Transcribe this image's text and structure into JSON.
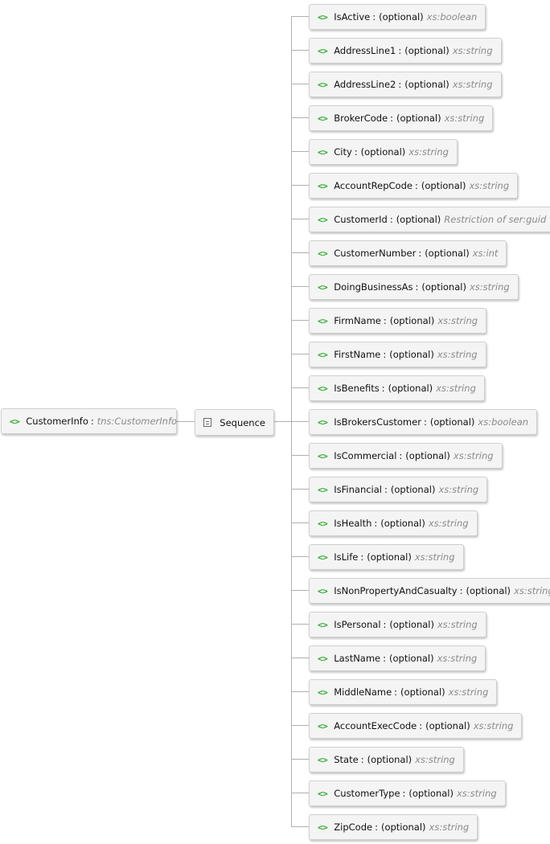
{
  "root": {
    "icon": "element-icon",
    "icon_glyph": "<>",
    "name": "CustomerInfo",
    "separator": ":",
    "type": "tns:CustomerInfo"
  },
  "sequence": {
    "icon": "sequence-icon",
    "label": "Sequence"
  },
  "children": [
    {
      "name": "IsActive",
      "sep": ":",
      "opt": "(optional)",
      "type": "xs:boolean"
    },
    {
      "name": "AddressLine1",
      "sep": ":",
      "opt": "(optional)",
      "type": "xs:string"
    },
    {
      "name": "AddressLine2",
      "sep": ":",
      "opt": "(optional)",
      "type": "xs:string"
    },
    {
      "name": "BrokerCode",
      "sep": ":",
      "opt": "(optional)",
      "type": "xs:string"
    },
    {
      "name": "City",
      "sep": ":",
      "opt": "(optional)",
      "type": "xs:string"
    },
    {
      "name": "AccountRepCode",
      "sep": ":",
      "opt": "(optional)",
      "type": "xs:string"
    },
    {
      "name": "CustomerId",
      "sep": ":",
      "opt": "(optional)",
      "type": "Restriction of ser:guid"
    },
    {
      "name": "CustomerNumber",
      "sep": ":",
      "opt": "(optional)",
      "type": "xs:int"
    },
    {
      "name": "DoingBusinessAs",
      "sep": ":",
      "opt": "(optional)",
      "type": "xs:string"
    },
    {
      "name": "FirmName",
      "sep": ":",
      "opt": "(optional)",
      "type": "xs:string"
    },
    {
      "name": "FirstName",
      "sep": ":",
      "opt": "(optional)",
      "type": "xs:string"
    },
    {
      "name": "IsBenefits",
      "sep": ":",
      "opt": "(optional)",
      "type": "xs:string"
    },
    {
      "name": "IsBrokersCustomer",
      "sep": ":",
      "opt": "(optional)",
      "type": "xs:boolean"
    },
    {
      "name": "IsCommercial",
      "sep": ":",
      "opt": "(optional)",
      "type": "xs:string"
    },
    {
      "name": "IsFinancial",
      "sep": ":",
      "opt": "(optional)",
      "type": "xs:string"
    },
    {
      "name": "IsHealth",
      "sep": ":",
      "opt": "(optional)",
      "type": "xs:string"
    },
    {
      "name": "IsLife",
      "sep": ":",
      "opt": "(optional)",
      "type": "xs:string"
    },
    {
      "name": "IsNonPropertyAndCasualty",
      "sep": ":",
      "opt": "(optional)",
      "type": "xs:string"
    },
    {
      "name": "IsPersonal",
      "sep": ":",
      "opt": "(optional)",
      "type": "xs:string"
    },
    {
      "name": "LastName",
      "sep": ":",
      "opt": "(optional)",
      "type": "xs:string"
    },
    {
      "name": "MiddleName",
      "sep": ":",
      "opt": "(optional)",
      "type": "xs:string"
    },
    {
      "name": "AccountExecCode",
      "sep": ":",
      "opt": "(optional)",
      "type": "xs:string"
    },
    {
      "name": "State",
      "sep": ":",
      "opt": "(optional)",
      "type": "xs:string"
    },
    {
      "name": "CustomerType",
      "sep": ":",
      "opt": "(optional)",
      "type": "xs:string"
    },
    {
      "name": "ZipCode",
      "sep": ":",
      "opt": "(optional)",
      "type": "xs:string"
    }
  ],
  "colors": {
    "element_icon": "#2fa82f",
    "type_text": "#8a8a8a",
    "node_bg": "#f4f4f4",
    "connector": "#b0b0b0"
  }
}
